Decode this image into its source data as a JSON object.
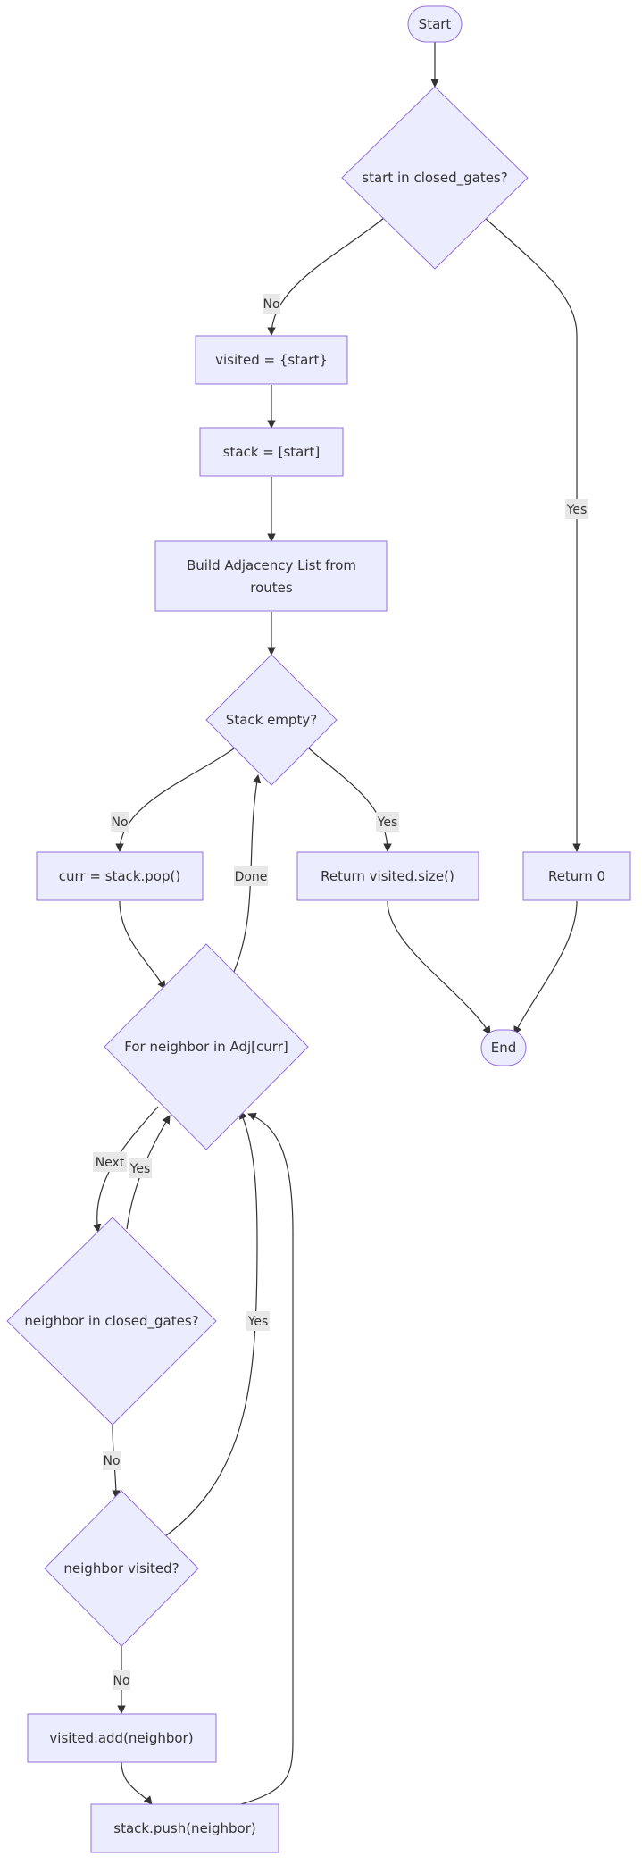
{
  "nodes": {
    "start": "Start",
    "check_start": "start in closed_gates?",
    "init_visited": "visited = {start}",
    "init_stack": "stack = [start]",
    "build_adj_line1": "Build Adjacency List from",
    "build_adj_line2": "routes",
    "stack_empty": "Stack empty?",
    "pop": "curr = stack.pop()",
    "return_size": "Return visited.size()",
    "return_zero": "Return 0",
    "for_neighbor": "For neighbor in Adj[curr]",
    "end": "End",
    "neighbor_closed": "neighbor in closed_gates?",
    "neighbor_visited": "neighbor visited?",
    "visited_add": "visited.add(neighbor)",
    "stack_push": "stack.push(neighbor)"
  },
  "edge_labels": {
    "check_start_no": "No",
    "check_start_yes": "Yes",
    "stack_empty_no": "No",
    "stack_empty_yes": "Yes",
    "for_done": "Done",
    "for_next": "Next",
    "closed_yes": "Yes",
    "closed_no": "No",
    "visited_yes": "Yes",
    "visited_no": "No"
  },
  "colors": {
    "node_fill": "#ECECFF",
    "node_stroke": "#9370DB",
    "edge": "#333333",
    "label_bg": "#e8e8e8"
  }
}
